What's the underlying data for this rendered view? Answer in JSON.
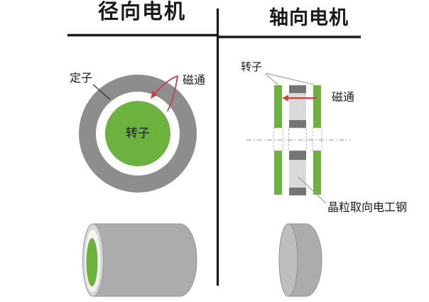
{
  "figure": {
    "left_panel": {
      "title": "径向电机",
      "labels": {
        "stator": "定子",
        "rotor": "转子",
        "flux": "磁通"
      }
    },
    "right_panel": {
      "title": "轴向电机",
      "labels": {
        "rotor": "转子",
        "flux": "磁通",
        "steel": "晶粒取向电工钢"
      }
    }
  },
  "colors": {
    "background": "#ffffff",
    "text_black": "#1b1b1b",
    "line_black": "#1b1b1b",
    "rotor_green": "#6cb23f",
    "stator_gray": "#8d8d8d",
    "bar_light_gray": "#dadada",
    "bar_dark_gray": "#757575",
    "dash_gray": "#b3b3b3",
    "centerline_gray": "#a8a8a8",
    "flux_red": "#c9404a",
    "arrow_red": "#d63e3e",
    "leader_gray": "#999999",
    "cylinder_gray": "#acacac",
    "cylinder_face_gray": "#d6d6d6",
    "axial_face_gray": "#bebebe"
  }
}
